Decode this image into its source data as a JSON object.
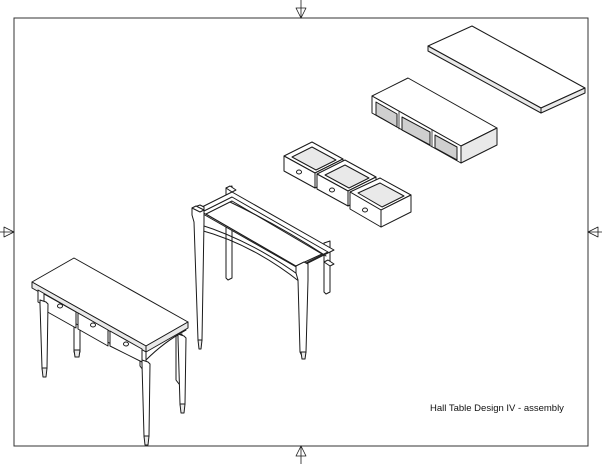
{
  "drawing": {
    "title": "Hall Table Design IV - assembly"
  },
  "components": [
    {
      "name": "table-top-panel"
    },
    {
      "name": "drawer-carcass"
    },
    {
      "name": "drawers"
    },
    {
      "name": "leg-frame"
    },
    {
      "name": "assembled-hall-table"
    }
  ],
  "markers": [
    "top",
    "bottom",
    "left",
    "right"
  ]
}
